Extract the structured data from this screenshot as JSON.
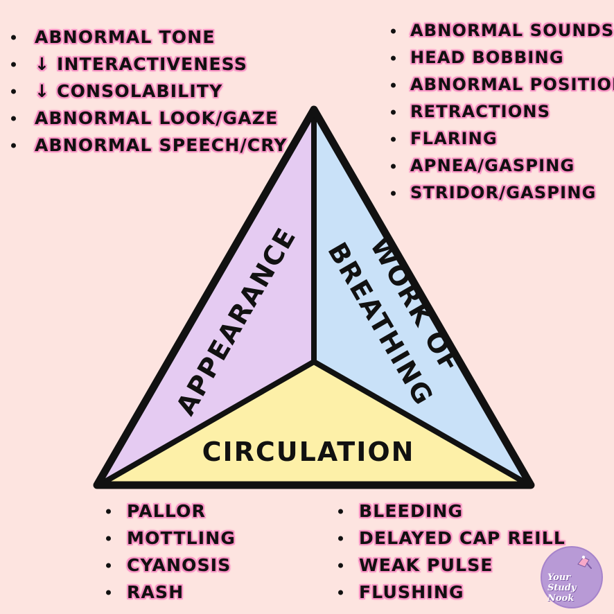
{
  "appearance": {
    "label": "APPEARANCE",
    "signs": [
      "ABNORMAL TONE",
      "↓ INTERACTIVENESS",
      "↓ CONSOLABILITY",
      "ABNORMAL LOOK/GAZE",
      "ABNORMAL SPEECH/CRY"
    ]
  },
  "work_of_breathing": {
    "label_line1": "WORK OF",
    "label_line2": "BREATHING",
    "signs": [
      "ABNORMAL SOUNDS",
      "HEAD BOBBING",
      "ABNORMAL POSITION",
      "RETRACTIONS",
      "FLARING",
      "APNEA/GASPING",
      "STRIDOR/GASPING"
    ]
  },
  "circulation": {
    "label": "CIRCULATION",
    "signs_left": [
      "PALLOR",
      "MOTTLING",
      "CYANOSIS",
      "RASH"
    ],
    "signs_right": [
      "BLEEDING",
      "DELAYED CAP REILL",
      "WEAK PULSE",
      "FLUSHING"
    ]
  },
  "logo": {
    "line1": "Your",
    "line2": "Study Nook"
  },
  "colors": {
    "background": "#fde4e0",
    "appearance_fill": "#e5cbf2",
    "breathing_fill": "#c9e1f8",
    "circulation_fill": "#fdf0a8",
    "outline": "#111111",
    "text_glow": "#f47fb8",
    "logo_bg": "#b89ad6"
  }
}
